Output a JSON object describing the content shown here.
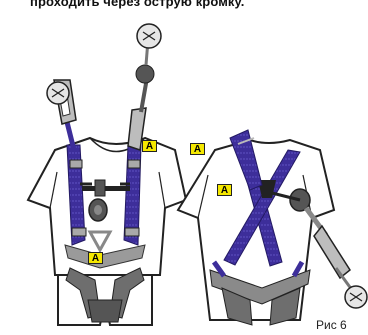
{
  "document": {
    "header_text": "проходить через острую кромку.",
    "caption": "Рис 6",
    "anchor_label": "A"
  },
  "colors": {
    "webbing": "#3d2e9a",
    "webbing_dark": "#231a63",
    "hardware": "#a9a9a9",
    "badge": "#f5e800",
    "outline": "#222222"
  }
}
